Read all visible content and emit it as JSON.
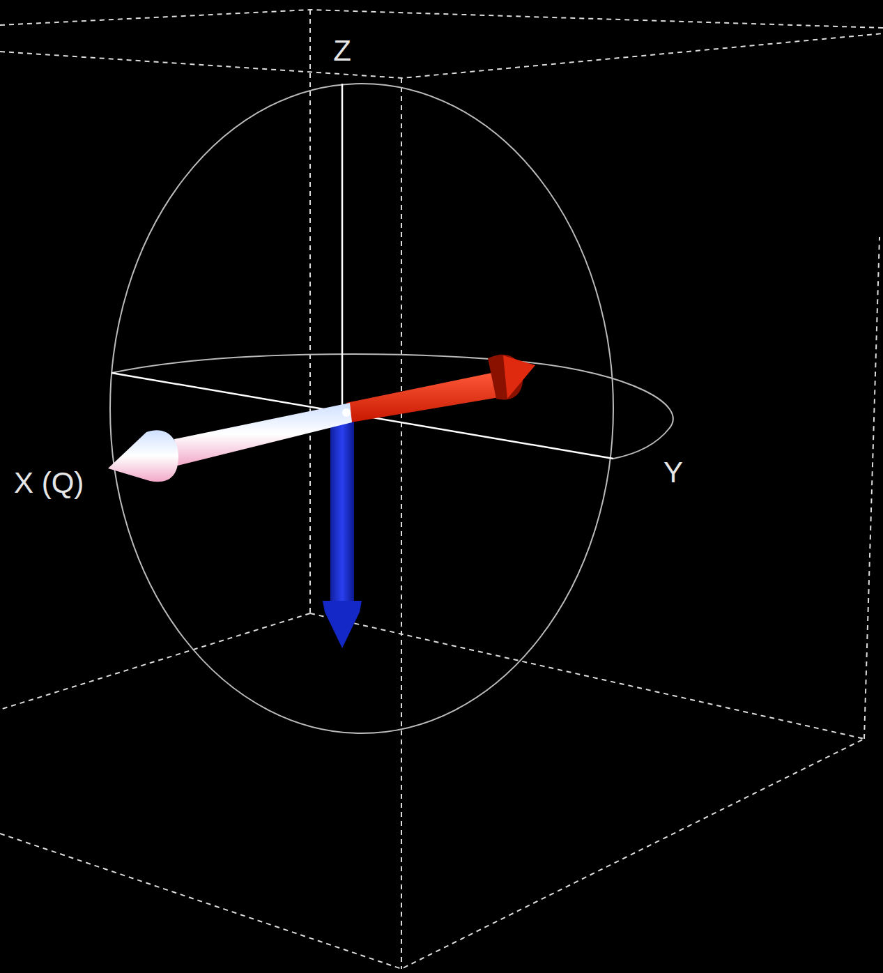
{
  "diagram": {
    "labels": [
      "Z",
      "X (Q)",
      "Y"
    ]
  }
}
